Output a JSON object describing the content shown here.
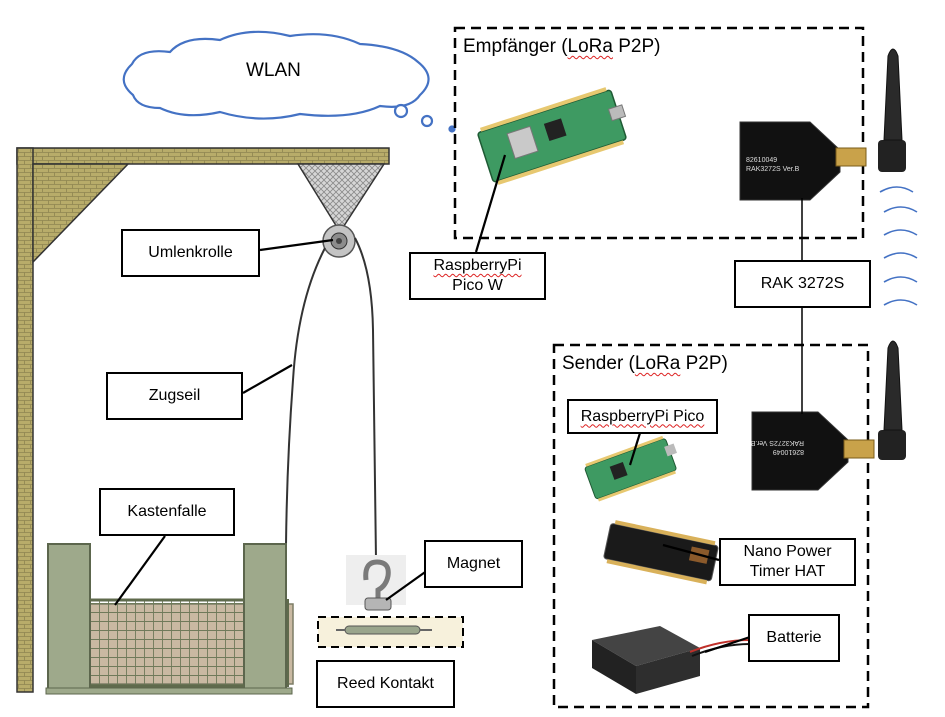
{
  "cloud": {
    "label": "WLAN"
  },
  "receiver": {
    "prefix": "Empfänger (",
    "underlined": "LoRa",
    "suffix": " P2P)",
    "board_line1": "RaspberryPi",
    "board_line2": "Pico W"
  },
  "sender": {
    "prefix": "Sender (",
    "underlined": "LoRa",
    "suffix": " P2P)",
    "board": "RaspberryPi Pico",
    "hat_line1": "Nano Power",
    "hat_line2": "Timer HAT",
    "battery": "Batterie"
  },
  "module": {
    "label": "RAK 3272S",
    "chip_text_top": "82610049",
    "chip_text_top2": "RAK3272S Ver.B",
    "chip_text_bottom": "82610049",
    "chip_text_bottom2": "RAK3272S Ver.B"
  },
  "trap": {
    "pulley": "Umlenkrolle",
    "rope": "Zugseil",
    "box_trap": "Kastenfalle",
    "magnet": "Magnet",
    "reed": "Reed Kontakt"
  }
}
